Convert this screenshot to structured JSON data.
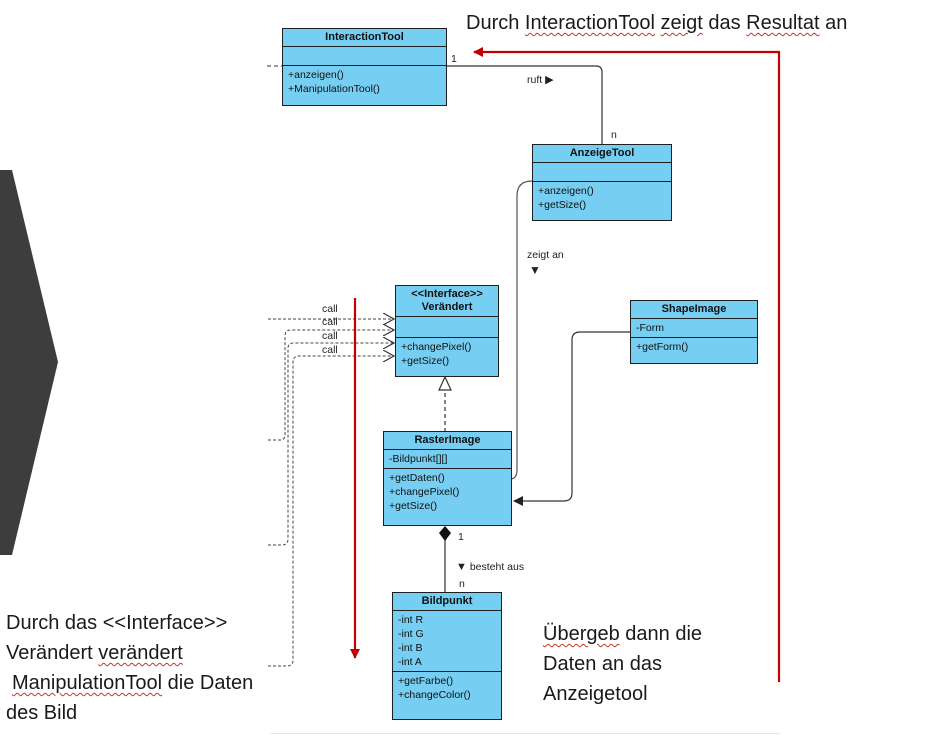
{
  "classes": {
    "interaction_tool": {
      "name": "InteractionTool",
      "attributes": [],
      "methods": [
        "+anzeigen()",
        "+ManipulationTool()"
      ]
    },
    "anzeige_tool": {
      "name": "AnzeigeTool",
      "attributes": [],
      "methods": [
        "+anzeigen()",
        "+getSize()"
      ]
    },
    "interface_veraendert": {
      "stereotype": "<<Interface>>",
      "name": "Verändert",
      "attributes": [],
      "methods": [
        "+changePixel()",
        "+getSize()"
      ]
    },
    "shape_image": {
      "name": "ShapeImage",
      "attributes": [
        "-Form"
      ],
      "methods": [
        "+getForm()"
      ]
    },
    "raster_image": {
      "name": "RasterImage",
      "attributes": [
        "-Bildpunkt[][]"
      ],
      "methods": [
        "+getDaten()",
        "+changePixel()",
        "+getSize()"
      ]
    },
    "bildpunkt": {
      "name": "Bildpunkt",
      "attributes": [
        "-int R",
        "-int G",
        "-int B",
        "-int A"
      ],
      "methods": [
        "+getFarbe()",
        "+changeColor()"
      ]
    }
  },
  "relations": {
    "ruft": {
      "label": "ruft",
      "direction_glyph": "▶",
      "mult_source": "1",
      "mult_target": "n"
    },
    "zeigt_an": {
      "label": "zeigt an",
      "direction_glyph": "▼"
    },
    "besteht_aus": {
      "label": "besteht aus",
      "direction_glyph": "▼",
      "mult_source": "1",
      "mult_target": "n"
    },
    "calls": [
      "call",
      "call",
      "call",
      "call"
    ]
  },
  "annotations": {
    "top_note": {
      "pre": "Durch ",
      "w1": "InteractionTool",
      "mid1": " ",
      "w2": "zeigt",
      "mid2": " das ",
      "w3": "Resultat",
      "post": " an"
    },
    "bottom_left_note": {
      "line1": "Durch das <<Interface>>",
      "line2_pre": "Verändert ",
      "line2_w": "verändert",
      "line3_w": "ManipulationTool",
      "line3_post": " die Daten",
      "line4": "des Bild"
    },
    "bottom_right_note": {
      "line1_w": "Übergeb",
      "line1_post": " dann die",
      "line2": "Daten an das",
      "line3": "Anzeigetool"
    }
  },
  "colors": {
    "class_fill": "#76cef2",
    "class_border": "#1f1f1f",
    "annotation_arrow": "#c00000",
    "side_shape": "#3d3d3d",
    "connector": "#333333"
  }
}
